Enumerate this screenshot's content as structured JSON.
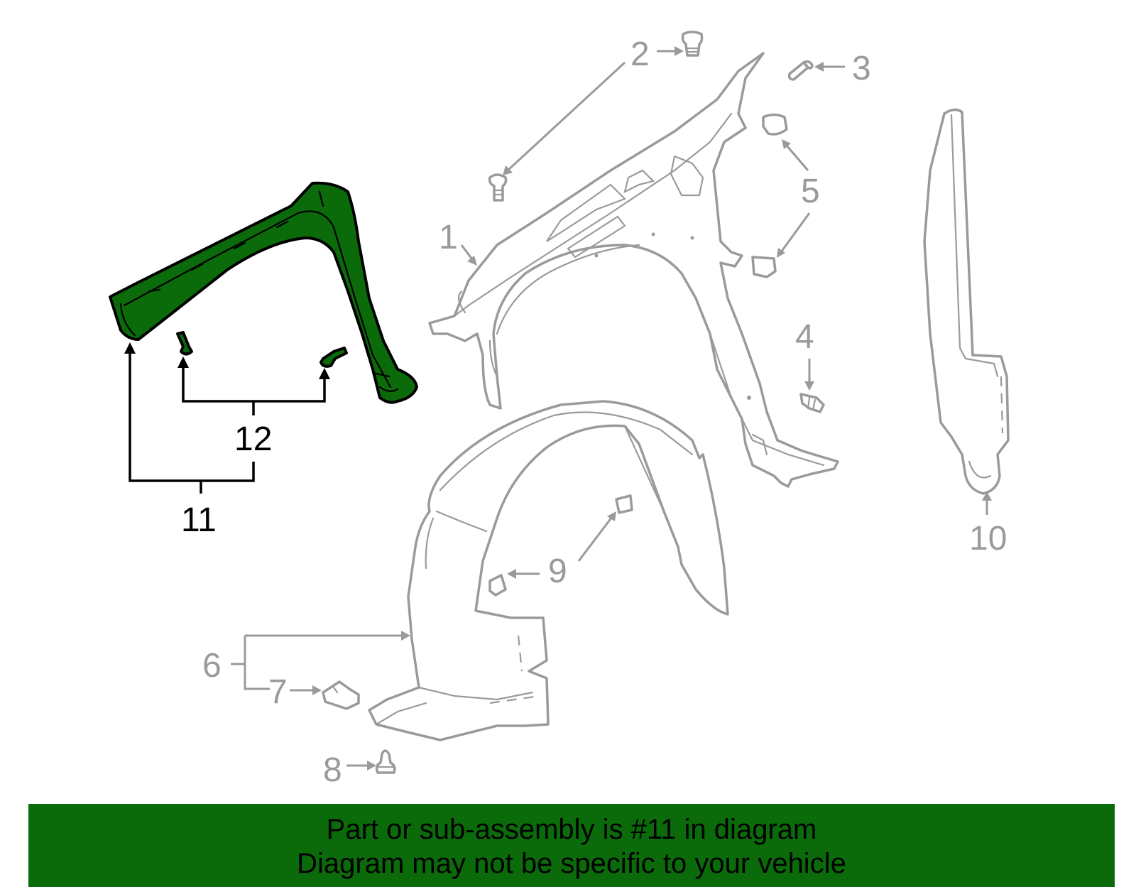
{
  "diagram": {
    "highlight_color": "#0b6b0b",
    "part_color": "#9a9a9a",
    "callouts": {
      "c1": "1",
      "c2": "2",
      "c3": "3",
      "c4": "4",
      "c5": "5",
      "c6": "6",
      "c7": "7",
      "c8": "8",
      "c9": "9",
      "c10": "10",
      "c11": "11",
      "c12": "12"
    }
  },
  "banner": {
    "line1": "Part or sub-assembly is #11 in diagram",
    "line2": "Diagram may not be specific to your vehicle",
    "background": "#0b6b0b"
  }
}
